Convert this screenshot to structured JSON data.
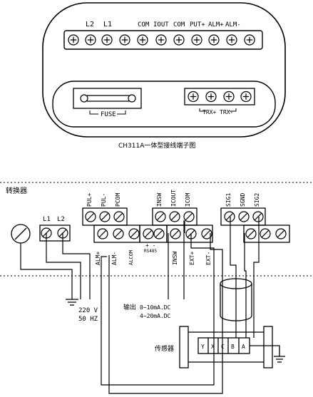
{
  "top_panel": {
    "terminal_labels": [
      "L2",
      "L1",
      "COM",
      "IOUT",
      "COM",
      "PUT+",
      "ALM+",
      "ALM-"
    ],
    "fuse_label": "FUSE",
    "trx_label": "TRX+ TRX-",
    "caption": "CH311A一体型接线端子图"
  },
  "wiring": {
    "converter_label": "转换器",
    "left_terms": [
      "L1",
      "L2"
    ],
    "top_terms_a": [
      "PUL+",
      "PUL-",
      "PCOM"
    ],
    "top_terms_b": [
      "INSW",
      "ICOUT",
      "ICOM"
    ],
    "top_terms_c": [
      "SIG1",
      "SGND",
      "SIG2"
    ],
    "bottom_terms": [
      "ALM+",
      "ALM-",
      "ALCOM",
      "INSW",
      "EXT+",
      "EXT-"
    ],
    "rs485_label": "RS485",
    "plus_minus": "+  -",
    "power_v": "220 V",
    "power_hz": "50 HZ",
    "output_title": "输出",
    "output_1": "0~10mA.DC",
    "output_2": "4~20mA.DC",
    "sensor_label": "传感器",
    "sensor_terms": [
      "Y",
      "X",
      "C",
      "B",
      "A"
    ]
  }
}
